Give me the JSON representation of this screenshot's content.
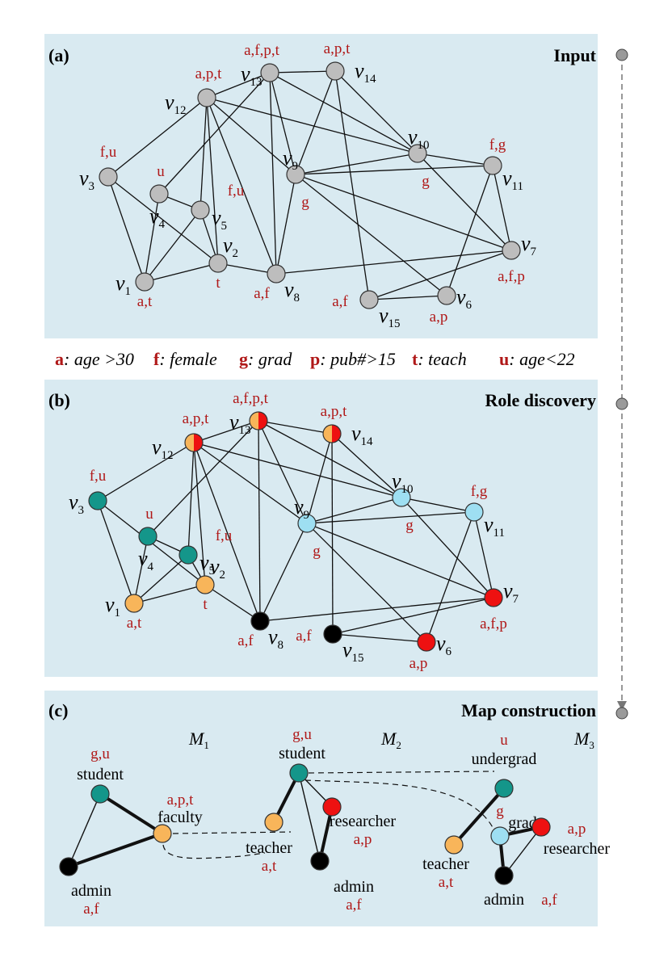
{
  "panels": {
    "a": {
      "tag": "(a)",
      "title": "Input"
    },
    "b": {
      "tag": "(b)",
      "title": "Role discovery"
    },
    "c": {
      "tag": "(c)",
      "title": "Map construction"
    }
  },
  "legend": [
    {
      "key": "a",
      "text": ": age >30"
    },
    {
      "key": "f",
      "text": ": female"
    },
    {
      "key": "g",
      "text": ": grad"
    },
    {
      "key": "p",
      "text": ": pub#>15"
    },
    {
      "key": "t",
      "text": ": teach"
    },
    {
      "key": "u",
      "text": ": age<22"
    }
  ],
  "nodes": [
    {
      "id": "v1",
      "base": "v",
      "sub": "1",
      "attrs": "a,t"
    },
    {
      "id": "v2",
      "base": "v",
      "sub": "2",
      "attrs": "t"
    },
    {
      "id": "v3",
      "base": "v",
      "sub": "3",
      "attrs": "f,u"
    },
    {
      "id": "v4",
      "base": "v",
      "sub": "4",
      "attrs": "u"
    },
    {
      "id": "v5",
      "base": "v",
      "sub": "5",
      "attrs": "f,u"
    },
    {
      "id": "v6",
      "base": "v",
      "sub": "6",
      "attrs": "a,p"
    },
    {
      "id": "v7",
      "base": "v",
      "sub": "7",
      "attrs": "a,f,p"
    },
    {
      "id": "v8",
      "base": "v",
      "sub": "8",
      "attrs": "a,f"
    },
    {
      "id": "v9",
      "base": "v",
      "sub": "9",
      "attrs": "g"
    },
    {
      "id": "v10",
      "base": "v",
      "sub": "10",
      "attrs": "g"
    },
    {
      "id": "v11",
      "base": "v",
      "sub": "11",
      "attrs": "f,g"
    },
    {
      "id": "v12",
      "base": "v",
      "sub": "12",
      "attrs": "a,p,t"
    },
    {
      "id": "v13",
      "base": "v",
      "sub": "13",
      "attrs": "a,f,p,t"
    },
    {
      "id": "v14",
      "base": "v",
      "sub": "14",
      "attrs": "a,p,t"
    },
    {
      "id": "v15",
      "base": "v",
      "sub": "15",
      "attrs": "a,f"
    }
  ],
  "edges": [
    [
      "v1",
      "v3"
    ],
    [
      "v1",
      "v4"
    ],
    [
      "v1",
      "v5"
    ],
    [
      "v1",
      "v2"
    ],
    [
      "v3",
      "v2"
    ],
    [
      "v3",
      "v12"
    ],
    [
      "v4",
      "v5"
    ],
    [
      "v4",
      "v13"
    ],
    [
      "v5",
      "v12"
    ],
    [
      "v5",
      "v2"
    ],
    [
      "v2",
      "v12"
    ],
    [
      "v2",
      "v8"
    ],
    [
      "v8",
      "v12"
    ],
    [
      "v8",
      "v13"
    ],
    [
      "v8",
      "v9"
    ],
    [
      "v8",
      "v7"
    ],
    [
      "v12",
      "v13"
    ],
    [
      "v12",
      "v10"
    ],
    [
      "v12",
      "v9"
    ],
    [
      "v13",
      "v14"
    ],
    [
      "v13",
      "v9"
    ],
    [
      "v13",
      "v10"
    ],
    [
      "v14",
      "v9"
    ],
    [
      "v14",
      "v15"
    ],
    [
      "v14",
      "v10"
    ],
    [
      "v9",
      "v10"
    ],
    [
      "v9",
      "v11"
    ],
    [
      "v9",
      "v7"
    ],
    [
      "v9",
      "v6"
    ],
    [
      "v10",
      "v11"
    ],
    [
      "v10",
      "v7"
    ],
    [
      "v11",
      "v6"
    ],
    [
      "v11",
      "v7"
    ],
    [
      "v7",
      "v15"
    ],
    [
      "v15",
      "v6"
    ]
  ],
  "roles": {
    "colors": {
      "student": "#14968a",
      "faculty": "#f8b55a",
      "researcher": "#ee1111",
      "admin": "#000000",
      "grad": "#9edff2",
      "split_left": "#f8b55a",
      "split_right": "#ee1111",
      "gray": "#bdbdbd"
    }
  },
  "maps": [
    {
      "name": "M",
      "sub": "1",
      "roles": [
        {
          "id": "student",
          "label": "student",
          "attrs": "g,u"
        },
        {
          "id": "faculty",
          "label": "faculty",
          "attrs": "a,p,t"
        },
        {
          "id": "admin",
          "label": "admin",
          "attrs": "a,f"
        }
      ]
    },
    {
      "name": "M",
      "sub": "2",
      "roles": [
        {
          "id": "student",
          "label": "student",
          "attrs": "g,u"
        },
        {
          "id": "researcher",
          "label": "researcher",
          "attrs": "a,p"
        },
        {
          "id": "teacher",
          "label": "teacher",
          "attrs": "a,t"
        },
        {
          "id": "admin",
          "label": "admin",
          "attrs": "a,f"
        }
      ]
    },
    {
      "name": "M",
      "sub": "3",
      "roles": [
        {
          "id": "undergrad",
          "label": "undergrad",
          "attrs": "u"
        },
        {
          "id": "grad",
          "label": "grad",
          "attrs": "g"
        },
        {
          "id": "researcher",
          "label": "researcher",
          "attrs": "a,p"
        },
        {
          "id": "teacher",
          "label": "teacher",
          "attrs": "a,t"
        },
        {
          "id": "admin",
          "label": "admin",
          "attrs": "a,f"
        }
      ]
    }
  ]
}
